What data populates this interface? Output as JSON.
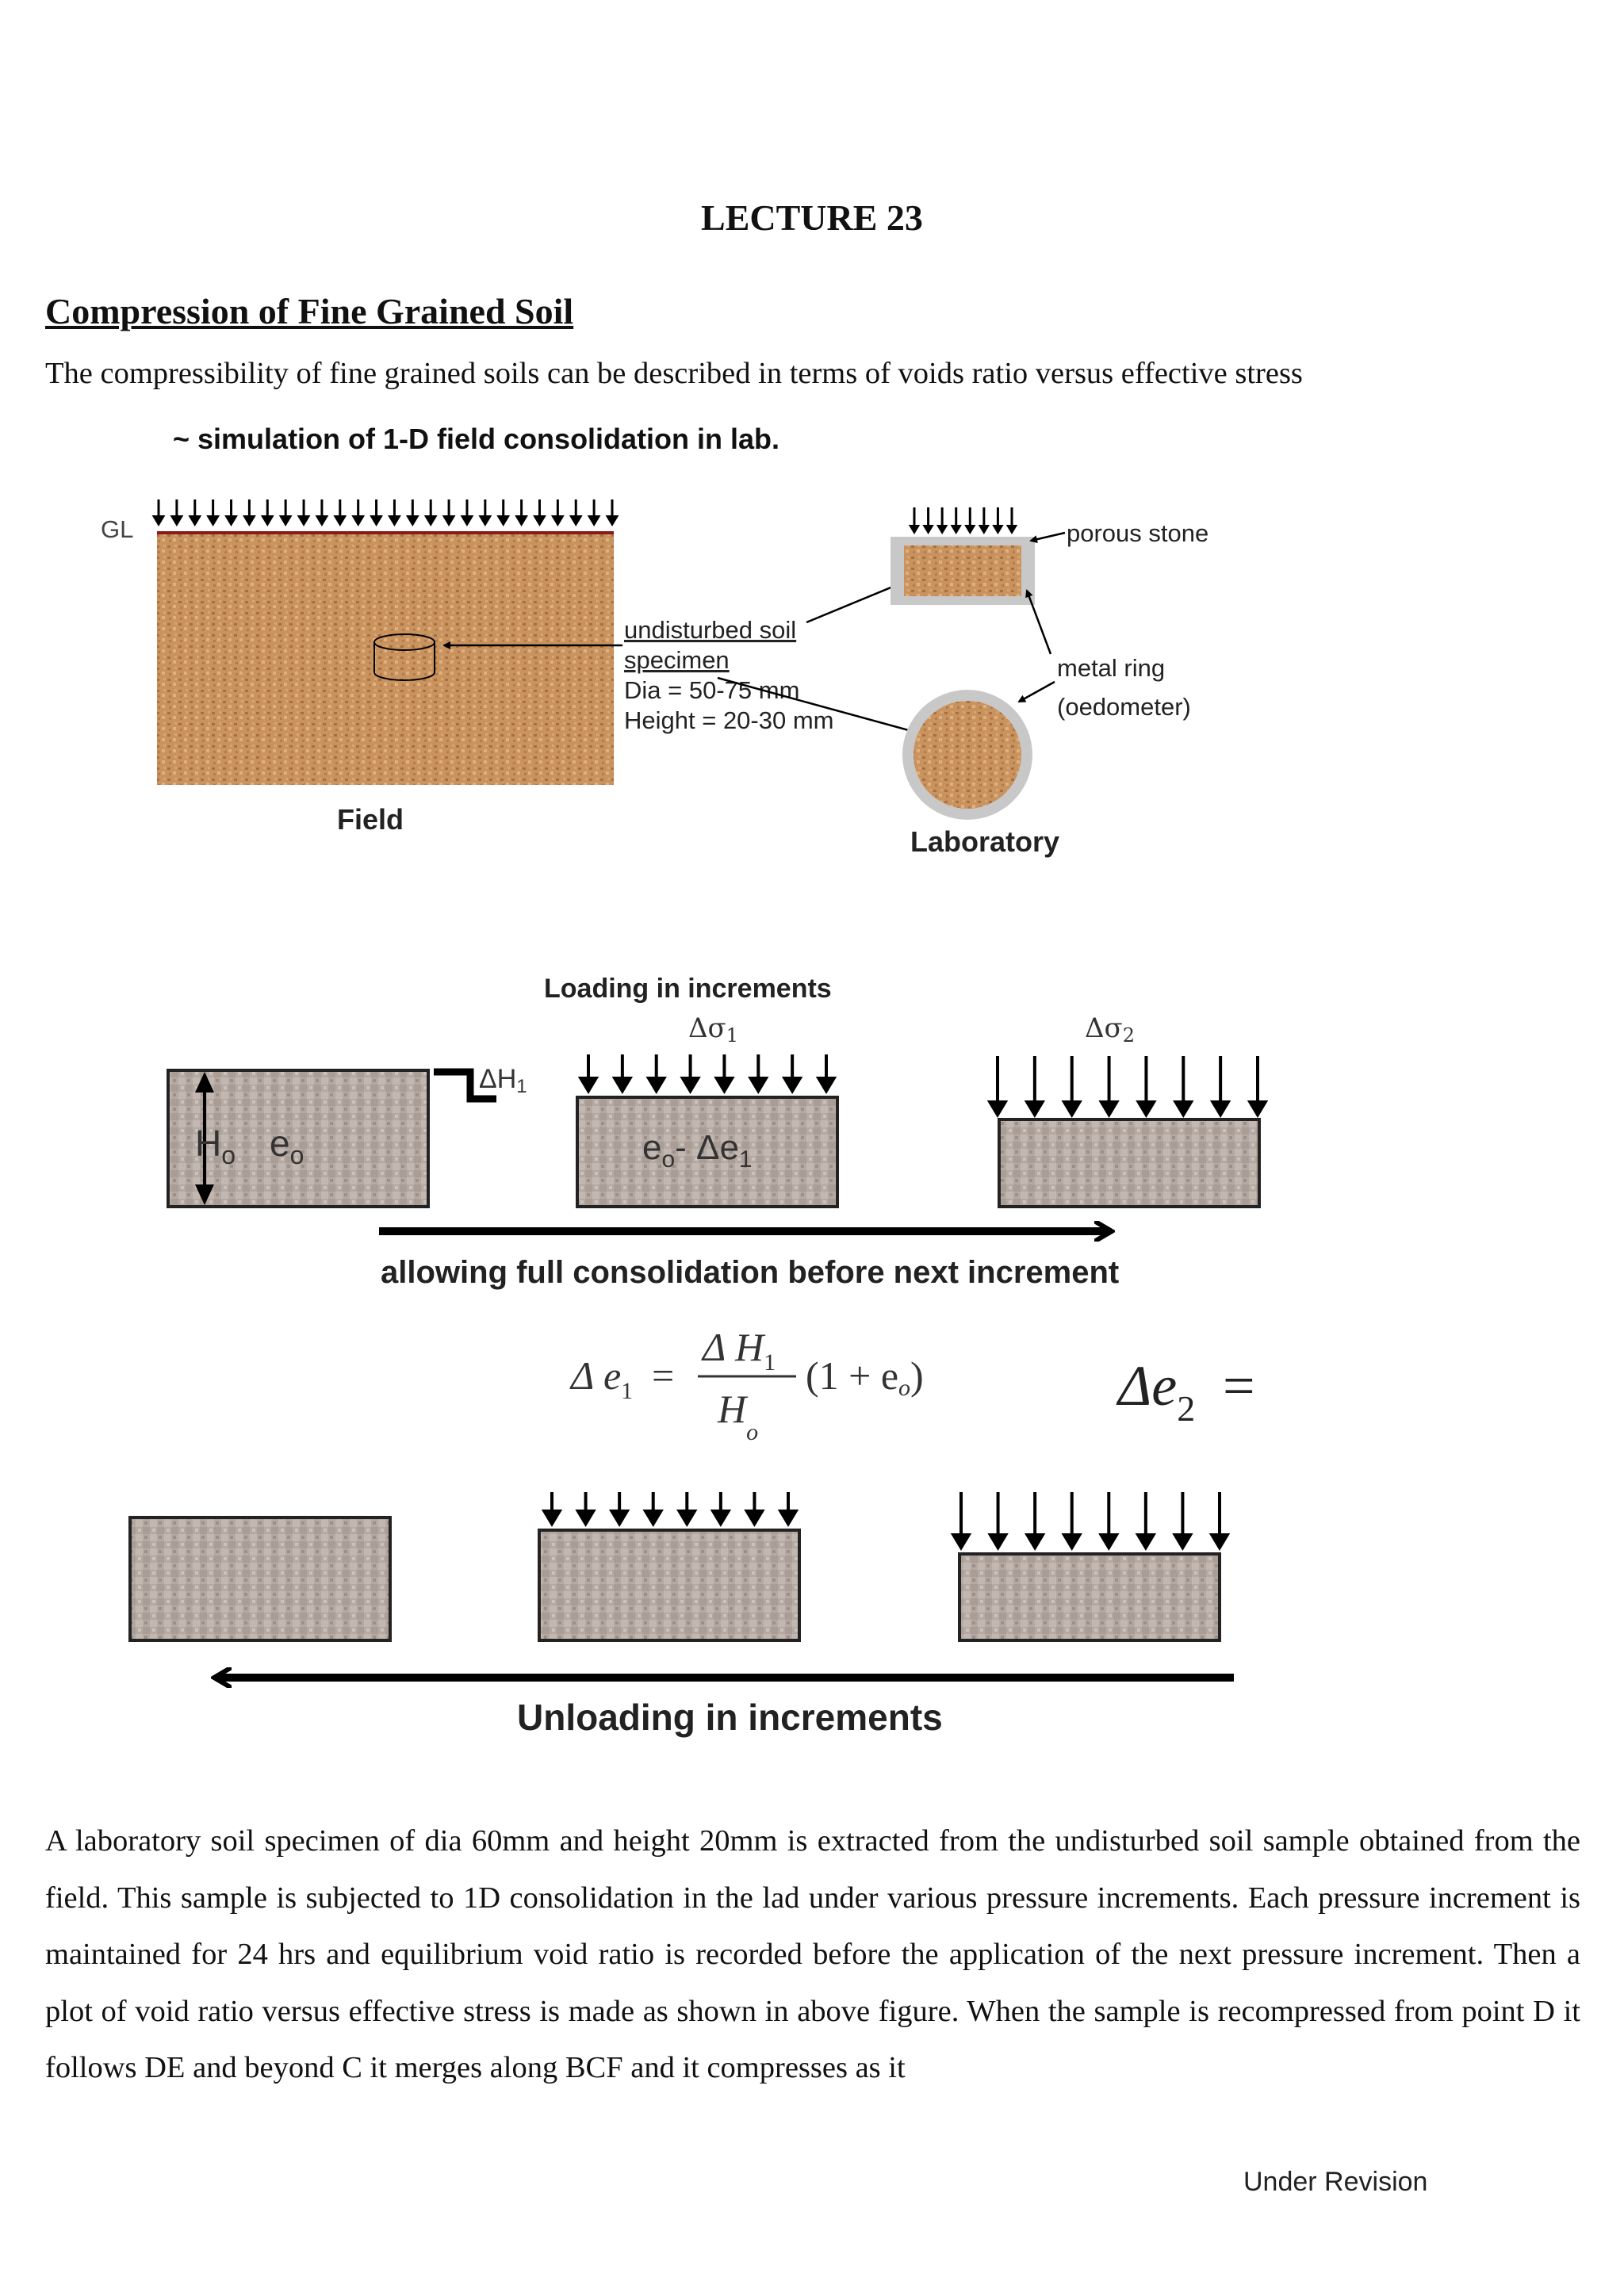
{
  "page": {
    "title": "LECTURE 23",
    "heading": "Compression of Fine Grained Soil",
    "intro": "The compressibility of fine grained soils can be described in terms of voids ratio versus effective stress",
    "paragraph": "A laboratory soil specimen of dia 60mm and height 20mm is extracted from the undisturbed soil sample obtained from the field. This sample is subjected to 1D consolidation in the lad under various pressure increments. Each pressure increment is maintained for 24 hrs and equilibrium void ratio is recorded before the application of the next pressure increment. Then a plot of void ratio versus effective stress is made as shown in above figure. When the sample is recompressed from point D it follows DE and beyond C it merges along BCF and it compresses as it",
    "footer": "Under Revision"
  },
  "figure": {
    "top_title": "~ simulation of 1-D field consolidation in lab.",
    "gl": "GL",
    "specimen_line1": "undisturbed soil",
    "specimen_line2": "specimen",
    "dia": "Dia = 50-75 mm",
    "height": "Height = 20-30 mm",
    "porous_stone": "porous stone",
    "metal_ring": "metal ring",
    "oedometer": "(oedometer)",
    "field": "Field",
    "laboratory": "Laboratory",
    "loading": "Loading in increments",
    "delta_sigma1": "Δσ",
    "delta_sigma1_sub": "1",
    "delta_sigma2": "Δσ",
    "delta_sigma2_sub": "2",
    "h_o": "H",
    "h_o_sub": "o",
    "e_o": "e",
    "e_o_sub": "o",
    "delta_h1": "ΔH",
    "delta_h1_sub": "1",
    "box2_label": "e",
    "box2_sub_o": "o",
    "box2_mid": "- Δe",
    "box2_sub_1": "1",
    "allowing": "allowing full consolidation before next increment",
    "eq_lhs": "Δ e",
    "eq_lhs_sub": "1",
    "eq_equals": "=",
    "eq_num": "Δ H",
    "eq_num_sub": "1",
    "eq_den": "H",
    "eq_den_sub": "o",
    "eq_paren": "(1 + e",
    "eq_paren_sub": "o",
    "eq_close": ")",
    "eq2_lhs": "Δe",
    "eq2_sub": "2",
    "eq2_equals": "=",
    "unloading": "Unloading in increments"
  },
  "colors": {
    "soil_field": "#c9935f",
    "soil_grey": "#b5aaa3",
    "ring_grey": "#c8c8c8",
    "gl_line": "#8b1a1a"
  }
}
